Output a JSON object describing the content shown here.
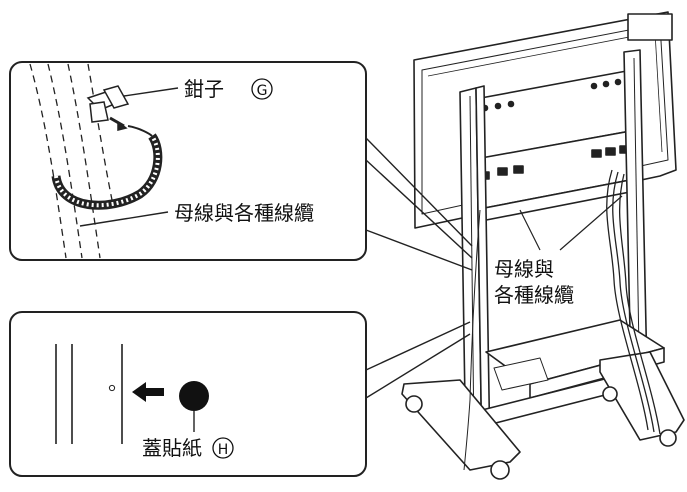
{
  "labels": {
    "clamp": "鉗子",
    "clamp_mark": "G",
    "cables_top": "母線與各種線纜",
    "cables_stand_line1": "母線與",
    "cables_stand_line2": "各種線纜",
    "cover_sticker": "蓋貼紙",
    "cover_sticker_mark": "H"
  }
}
